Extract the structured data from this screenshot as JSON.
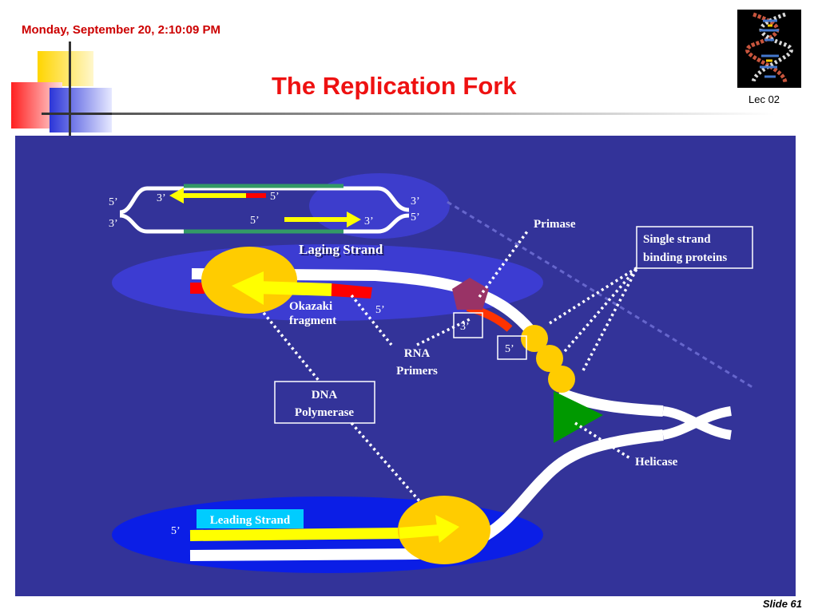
{
  "header": {
    "datetime": "Monday, September 20, 2:10:09 PM",
    "title": "The Replication Fork",
    "lecture": "Lec 02",
    "slide_number": "Slide 61"
  },
  "colors": {
    "panel": "#333399",
    "title": "#ee1111",
    "polymerase": "#ffcc00",
    "primer": "#ff0000",
    "new_strand": "#ffff00",
    "helicase": "#00aa00",
    "primase": "#993366",
    "template_segment": "#339966"
  },
  "labels": {
    "inset_5_left": "5’",
    "inset_3_left": "3’",
    "inset_arrow1_3": "3’",
    "inset_arrow1_5": "5’",
    "inset_arrow2_5": "5’",
    "inset_arrow2_3": "3’",
    "inset_3_right": "3’",
    "inset_5_right": "5’",
    "lagging_strand": "Laging Strand",
    "leading_strand": "Leading Strand",
    "primase": "Primase",
    "ssb_line1": "Single strand",
    "ssb_line2": "binding proteins",
    "okazaki_line1": "Okazaki",
    "okazaki_line2": "fragment",
    "okazaki_5": "5’",
    "rna_line1": "RNA",
    "rna_line2": "Primers",
    "primer_3": "3’",
    "primer_5": "5’",
    "dna_pol_line1": "DNA",
    "dna_pol_line2": "Polymerase",
    "helicase": "Helicase",
    "leading_5": "5’"
  },
  "icons": [
    "dna-double-helix-photo",
    "corner-decoration"
  ]
}
